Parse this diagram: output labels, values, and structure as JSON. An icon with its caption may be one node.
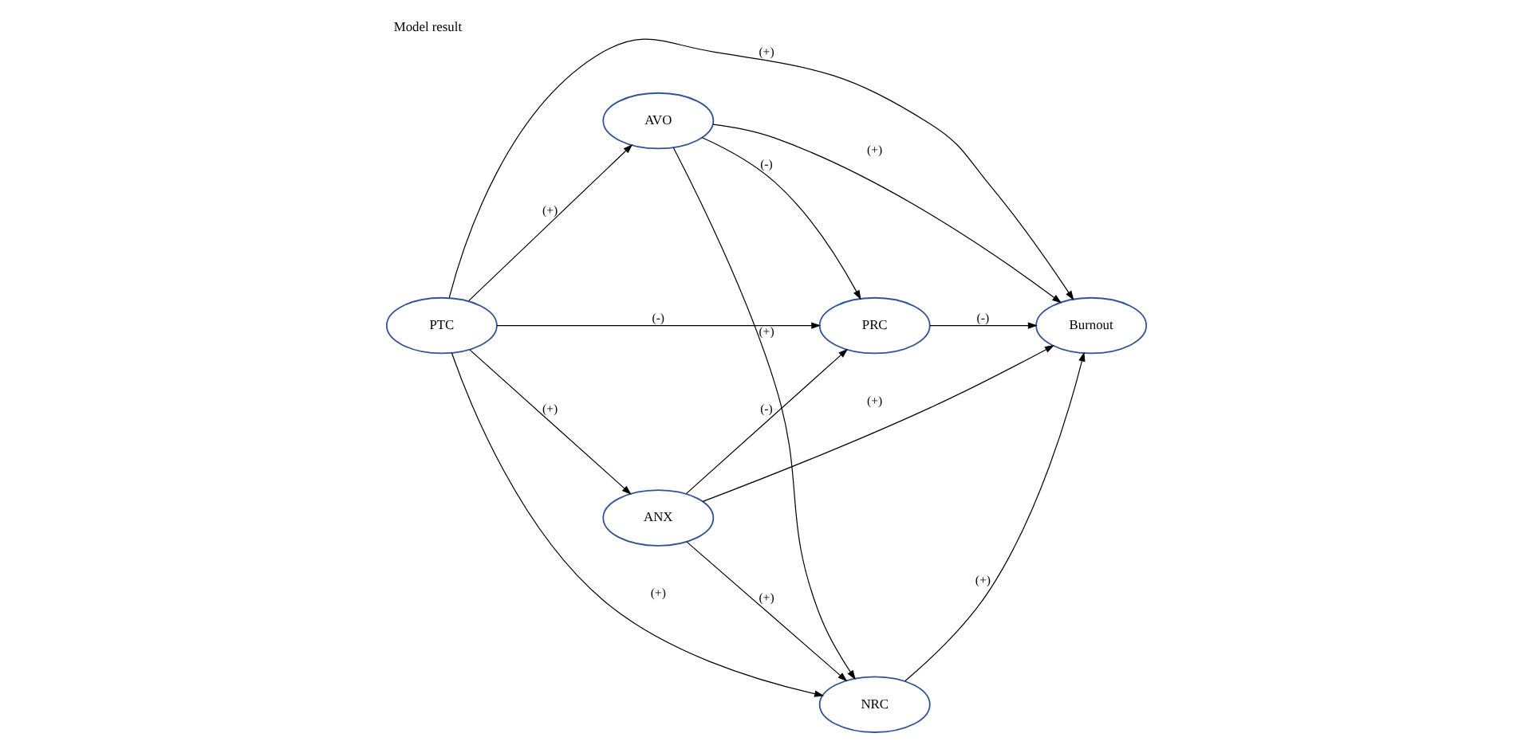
{
  "diagram": {
    "title": "Model result",
    "nodes": [
      {
        "text": [
          "PTC"
        ]
      },
      {
        "text": [
          "AVO"
        ]
      },
      {
        "text": [
          "PRC"
        ]
      },
      {
        "text": [
          "ANX"
        ]
      },
      {
        "text": [
          "NRC"
        ]
      },
      {
        "text": [
          "Burnout"
        ]
      }
    ],
    "edges": [
      {
        "from": 0,
        "to": 1,
        "arrow": "to",
        "label": "(+)"
      },
      {
        "from": 0,
        "to": 2,
        "arrow": "to",
        "label": "(-)"
      },
      {
        "from": 0,
        "to": 5,
        "arrow": "to",
        "label": "(+)"
      },
      {
        "from": 0,
        "to": 4,
        "arrow": "to",
        "label": "(+)"
      },
      {
        "from": 0,
        "to": 3,
        "arrow": "to",
        "label": "(+)"
      },
      {
        "from": 1,
        "to": 2,
        "arrow": "to",
        "label": "(-)"
      },
      {
        "from": 1,
        "to": 5,
        "arrow": "to",
        "label": "(+)"
      },
      {
        "from": 1,
        "to": 4,
        "arrow": "to",
        "label": "(+)"
      },
      {
        "from": 3,
        "to": 2,
        "arrow": "to",
        "label": "(-)"
      },
      {
        "from": 3,
        "to": 5,
        "arrow": "to",
        "label": "(+)"
      },
      {
        "from": 3,
        "to": 4,
        "arrow": "to",
        "label": "(+)"
      },
      {
        "from": 2,
        "to": 5,
        "arrow": "to",
        "label": "(-)"
      },
      {
        "from": 4,
        "to": 5,
        "arrow": "to",
        "label": "(+)"
      }
    ]
  }
}
